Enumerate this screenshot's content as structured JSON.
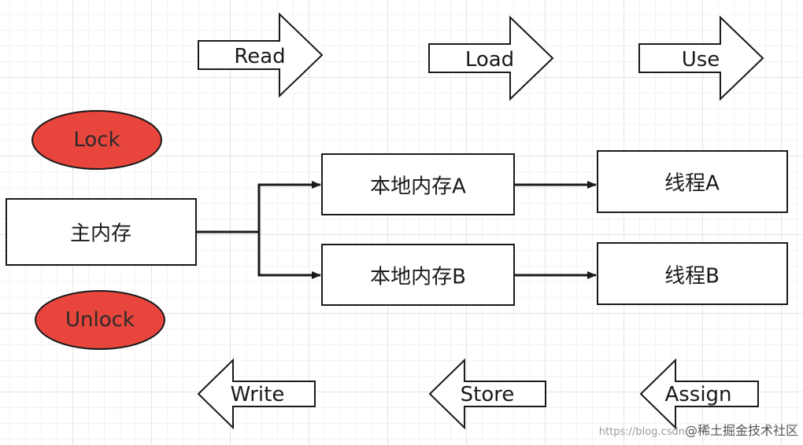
{
  "arrows_right": [
    "Read",
    "Load",
    "Use"
  ],
  "arrows_left": [
    "Write",
    "Store",
    "Assign"
  ],
  "ellipses": {
    "lock": "Lock",
    "unlock": "Unlock"
  },
  "boxes": {
    "main_memory": "主内存",
    "local_a": "本地内存A",
    "local_b": "本地内存B",
    "thread_a": "线程A",
    "thread_b": "线程B"
  },
  "colors": {
    "ellipse_fill": "#e8453c",
    "stroke": "#1a1a1a"
  },
  "watermark": {
    "url": "https://blog.csdn",
    "site": "@稀土掘金技术社区"
  }
}
